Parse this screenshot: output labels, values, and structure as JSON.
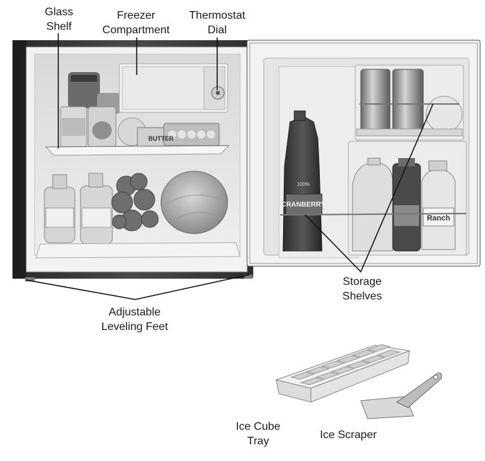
{
  "labels": {
    "glass_shelf": [
      "Glass",
      "Shelf"
    ],
    "freezer_compartment": [
      "Freezer",
      "Compartment"
    ],
    "thermostat_dial": [
      "Thermostat",
      "Dial"
    ],
    "storage_shelves": [
      "Storage",
      "Shelves"
    ],
    "adjustable_leveling_feet": [
      "Adjustable",
      "Leveling Feet"
    ],
    "ice_cube_tray": [
      "Ice Cube",
      "Tray"
    ],
    "ice_scraper": [
      "Ice Scraper"
    ]
  },
  "product_text": {
    "butter": "BUTTER",
    "cranberry": "CRANBERRY",
    "cranberry_badge": "100%",
    "ranch": "Ranch"
  },
  "colors": {
    "cabinet_dark": "#3a3a3a",
    "interior": "#e6e6e6",
    "door": "#eeeeee",
    "leader_line": "#111111"
  }
}
